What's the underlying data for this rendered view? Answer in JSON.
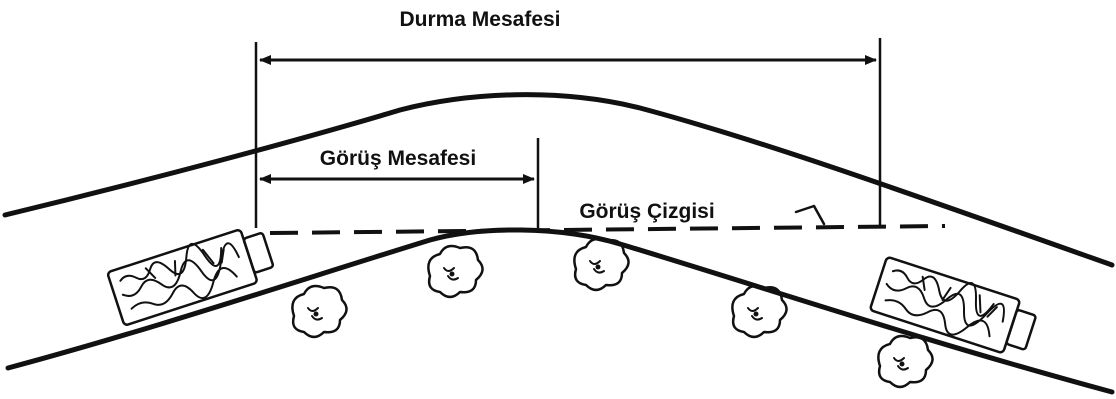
{
  "labels": {
    "stopping_distance": "Durma Mesafesi",
    "sight_distance": "Görüş Mesafesi",
    "sight_line": "Görüş Çizgisi"
  },
  "colors": {
    "ink": "#111111",
    "background": "#ffffff"
  },
  "icons": {
    "vehicle_left": "truck-icon",
    "vehicle_right": "truck-icon",
    "trees": "tree-icon"
  }
}
